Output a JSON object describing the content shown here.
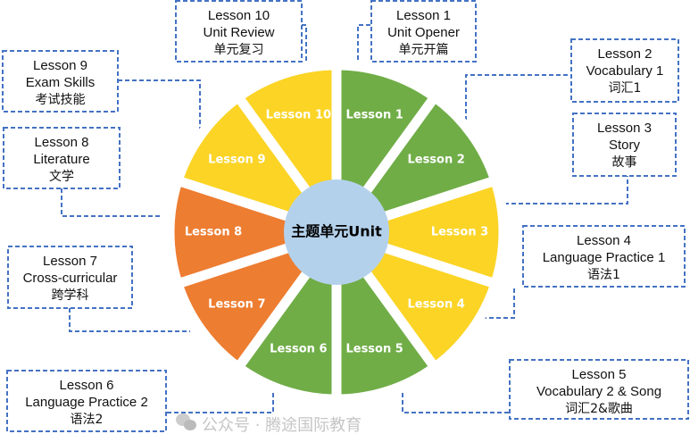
{
  "center": {
    "label": "主题单元Unit",
    "color": "#B4D1EC"
  },
  "colors": {
    "green": "#70AD47",
    "yellow": "#FBD426",
    "orange": "#ED7D31",
    "border": "#4472C4"
  },
  "wheel": [
    {
      "label": "Lesson 1",
      "color": "green"
    },
    {
      "label": "Lesson 2",
      "color": "green"
    },
    {
      "label": "Lesson 3",
      "color": "yellow"
    },
    {
      "label": "Lesson 4",
      "color": "yellow"
    },
    {
      "label": "Lesson 5",
      "color": "green"
    },
    {
      "label": "Lesson 6",
      "color": "green"
    },
    {
      "label": "Lesson 7",
      "color": "orange"
    },
    {
      "label": "Lesson 8",
      "color": "orange"
    },
    {
      "label": "Lesson 9",
      "color": "yellow"
    },
    {
      "label": "Lesson 10",
      "color": "yellow"
    }
  ],
  "boxes": [
    {
      "lesson": "Lesson 1",
      "title": "Unit Opener",
      "zh": "单元开篇"
    },
    {
      "lesson": "Lesson 2",
      "title": "Vocabulary 1",
      "zh": "词汇1"
    },
    {
      "lesson": "Lesson 3",
      "title": "Story",
      "zh": "故事"
    },
    {
      "lesson": "Lesson 4",
      "title": "Language Practice 1",
      "zh": "语法1"
    },
    {
      "lesson": "Lesson 5",
      "title": "Vocabulary 2 & Song",
      "zh": "词汇2&歌曲"
    },
    {
      "lesson": "Lesson 6",
      "title": "Language Practice 2",
      "zh": "语法2"
    },
    {
      "lesson": "Lesson 7",
      "title": "Cross-curricular",
      "zh": "跨学科"
    },
    {
      "lesson": "Lesson 8",
      "title": "Literature",
      "zh": "文学"
    },
    {
      "lesson": "Lesson 9",
      "title": "Exam Skills",
      "zh": "考试技能"
    },
    {
      "lesson": "Lesson 10",
      "title": "Unit Review",
      "zh": "单元复习"
    }
  ],
  "watermark": "公众号 · 腾途国际教育"
}
